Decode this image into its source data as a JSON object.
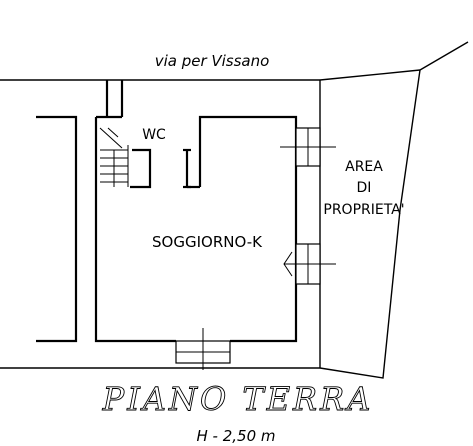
{
  "drawing": {
    "street_label": "via per Vissano",
    "room_wc_label": "WC",
    "room_main_label": "SOGGIORNO-K",
    "area_label_line1": "AREA",
    "area_label_line2": "DI",
    "area_label_line3": "PROPRIETA'",
    "title": "PIANO TERRA",
    "subtitle": "H - 2,50 m"
  }
}
